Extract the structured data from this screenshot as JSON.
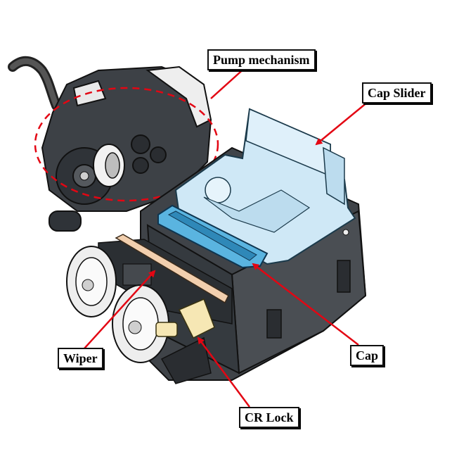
{
  "labels": {
    "pump": "Pump mechanism",
    "cap_slider": "Cap Slider",
    "wiper": "Wiper",
    "cap": "Cap",
    "cr_lock": "CR Lock"
  },
  "colors": {
    "leader": "#e30613",
    "body_dark": "#3b3f44",
    "body_mid": "#55595e",
    "cap_slider": "#cfe8f6",
    "cap": "#5ab4e0",
    "wiper": "#f2cfae",
    "cr_lock": "#f6e7b4"
  }
}
